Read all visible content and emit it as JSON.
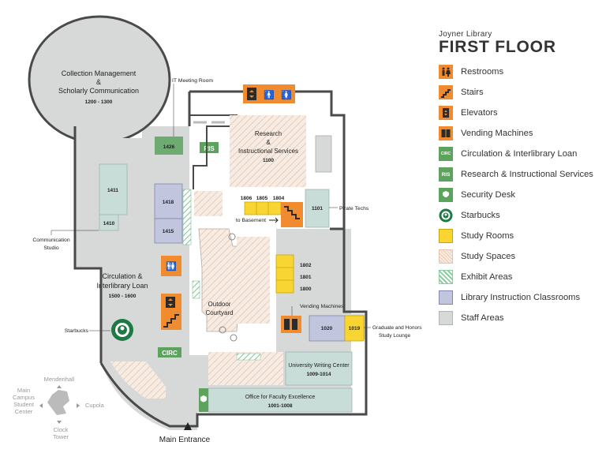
{
  "legend": {
    "subtitle": "Joyner Library",
    "title": "FIRST FLOOR",
    "items": [
      {
        "label": "Restrooms",
        "icon": "restroom-icon"
      },
      {
        "label": "Stairs",
        "icon": "stairs-icon"
      },
      {
        "label": "Elevators",
        "icon": "elevator-icon"
      },
      {
        "label": "Vending Machines",
        "icon": "vending-machine-icon"
      },
      {
        "label": "Circulation & Interlibrary Loan",
        "icon": "circ-icon",
        "badge": "CIRC"
      },
      {
        "label": "Research & Instructional Services",
        "icon": "ris-icon",
        "badge": "RIS"
      },
      {
        "label": "Security Desk",
        "icon": "security-shield-icon"
      },
      {
        "label": "Starbucks",
        "icon": "starbucks-icon"
      },
      {
        "label": "Study Rooms",
        "icon": "study-room-swatch"
      },
      {
        "label": "Study Spaces",
        "icon": "study-space-swatch"
      },
      {
        "label": "Exhibit Areas",
        "icon": "exhibit-area-swatch"
      },
      {
        "label": "Library Instruction Classrooms",
        "icon": "classroom-swatch"
      },
      {
        "label": "Staff Areas",
        "icon": "staff-area-swatch"
      }
    ]
  },
  "colors": {
    "orange": "#f08b2f",
    "yellow": "#f8d533",
    "purple": "#c2c5de",
    "green": "#5ca35e",
    "teal": "#c8dcd8",
    "grey": "#d7d8d8",
    "wall": "#4a4a4a"
  },
  "map": {
    "collection": {
      "line1": "Collection Management",
      "line2": "&",
      "line3": "Scholarly Communication",
      "num": "1200 - 1300"
    },
    "it_meeting": "IT Meeting Room",
    "room_1426": "1426",
    "ris_badge": "RIS",
    "research": {
      "line1": "Research",
      "line2": "&",
      "line3": "Instructional Services",
      "num": "1100"
    },
    "room_1411": "1411",
    "room_1410": "1410",
    "room_1418": "1418",
    "room_1415": "1415",
    "room_1806": "1806",
    "room_1805": "1805",
    "room_1804": "1804",
    "room_1101": "1101",
    "pirate_techs": "Pirate Techs",
    "to_basement": "to Basement",
    "comm_studio": {
      "line1": "Communication",
      "line2": "Studio"
    },
    "room_1802": "1802",
    "room_1801": "1801",
    "room_1800": "1800",
    "circulation": {
      "line1": "Circulation &",
      "line2": "Interlibrary Loan",
      "num": "1500 - 1600"
    },
    "courtyard": {
      "line1": "Outdoor",
      "line2": "Courtyard"
    },
    "vending": "Vending Machines",
    "room_1020": "1020",
    "room_1019": "1019",
    "grad_lounge": {
      "line1": "Graduate and Honors",
      "line2": "Study Lounge"
    },
    "starbucks": "Starbucks",
    "circ_badge": "CIRC",
    "writing_center": {
      "line1": "University Writing Center",
      "num": "1009-1014"
    },
    "faculty": {
      "line1": "Office for Faculty Excellence",
      "num": "1001-1008"
    },
    "main_entrance": "Main Entrance"
  },
  "compass": {
    "mendenhall": "Mendenhall",
    "main_campus": [
      "Main",
      "Campus",
      "Student",
      "Center"
    ],
    "cupola": "Cupola",
    "clock_tower": [
      "Clock",
      "Tower"
    ]
  }
}
